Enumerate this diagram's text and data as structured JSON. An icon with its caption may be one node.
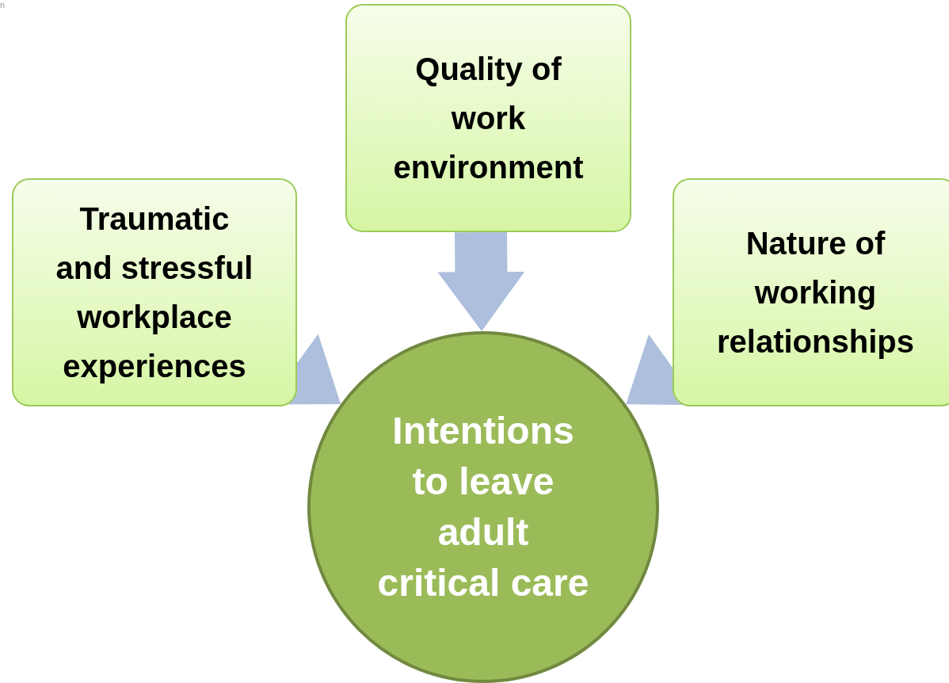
{
  "diagram": {
    "nodes": [
      {
        "text": [
          "Quality of work environment"
        ]
      },
      {
        "text": [
          "Traumatic and stressful workplace experiences"
        ]
      },
      {
        "text": [
          "Nature of working relationships"
        ]
      },
      {
        "text": [
          "Intentions to leave adult critical care"
        ]
      }
    ],
    "edges": [
      {
        "from": 0,
        "to": 3,
        "arrow": "to"
      },
      {
        "from": 1,
        "to": 3,
        "arrow": "to"
      },
      {
        "from": 2,
        "to": 3,
        "arrow": "to"
      }
    ],
    "labels": [
      "n"
    ]
  }
}
